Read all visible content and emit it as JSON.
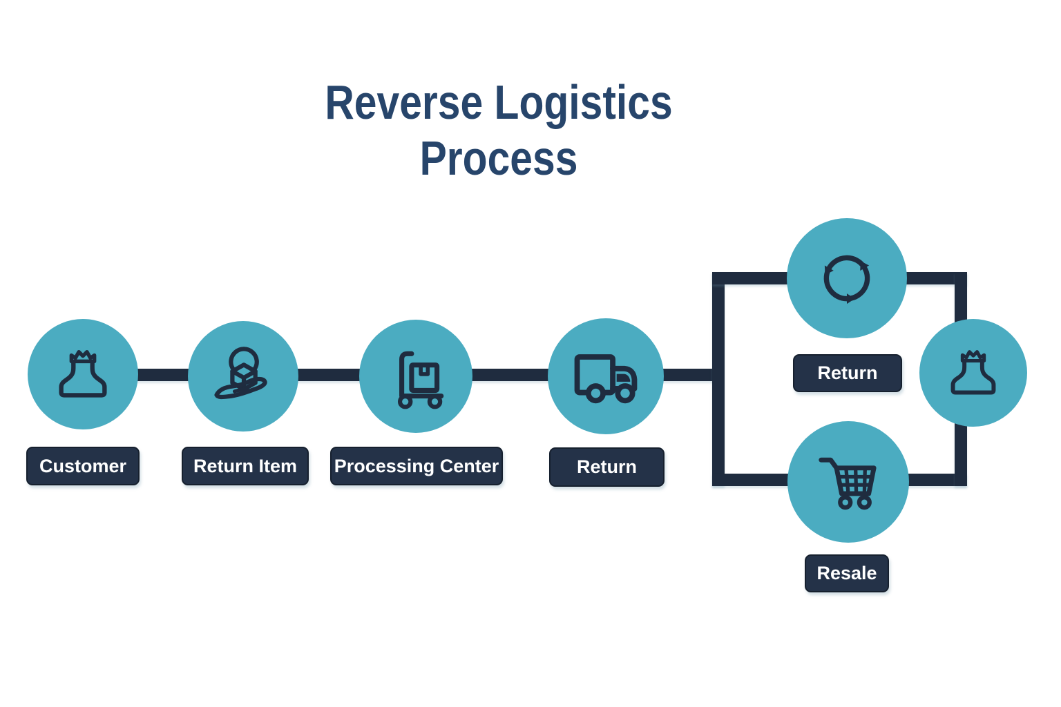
{
  "title": {
    "full": "Reverse Logistics Process",
    "lines": [
      "Reverse Logistics",
      "Process"
    ]
  },
  "colors": {
    "teal_circle": "#4BACC1",
    "line_navy": "#1F2C3F",
    "box_navy": "#243248",
    "title_navy": "#27456B",
    "label_text": "#FFFFFF",
    "background": "#FFFFFF"
  },
  "nodes": [
    {
      "id": "customer",
      "label": "Customer",
      "icon": "person-crown-icon"
    },
    {
      "id": "return-item",
      "label": "Return Item",
      "icon": "hand-box-icon"
    },
    {
      "id": "processing-center",
      "label": "Processing Center",
      "icon": "hand-truck-icon"
    },
    {
      "id": "return-transport",
      "label": "Return",
      "icon": "delivery-truck-icon"
    },
    {
      "id": "return-loop",
      "label": "Return",
      "icon": "recycle-arrows-icon"
    },
    {
      "id": "resale",
      "label": "Resale",
      "icon": "shopping-cart-icon"
    },
    {
      "id": "customer-end",
      "label": "",
      "icon": "person-crown-icon"
    }
  ],
  "edges": [
    {
      "from": "customer",
      "to": "return-item"
    },
    {
      "from": "return-item",
      "to": "processing-center"
    },
    {
      "from": "processing-center",
      "to": "return-transport"
    },
    {
      "from": "return-transport",
      "to": "return-loop"
    },
    {
      "from": "return-transport",
      "to": "resale"
    },
    {
      "from": "return-loop",
      "to": "customer-end"
    },
    {
      "from": "resale",
      "to": "customer-end"
    }
  ]
}
